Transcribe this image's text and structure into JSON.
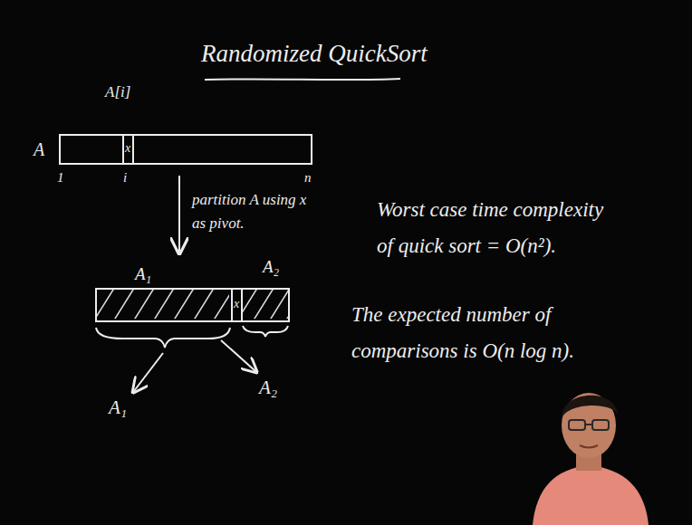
{
  "diagram": {
    "title": "Randomized QuickSort",
    "nodes": [
      {
        "text": [
          "A"
        ]
      },
      {
        "text": [
          "x"
        ],
        "in": 0
      },
      {
        "text": [
          "A₁",
          "A₂"
        ]
      },
      {
        "text": [
          "x"
        ],
        "in": 2
      }
    ],
    "edges": [
      {
        "from": 0,
        "to": 2,
        "arrow": "to",
        "label": "partition A using x as pivot."
      }
    ],
    "labels": [
      "A[i]",
      "1",
      "i",
      "n",
      "A₁",
      "A₂",
      "Worst case time complexity of quick sort = O(n²).",
      "The expected number of comparisons is O(n log n)."
    ]
  }
}
